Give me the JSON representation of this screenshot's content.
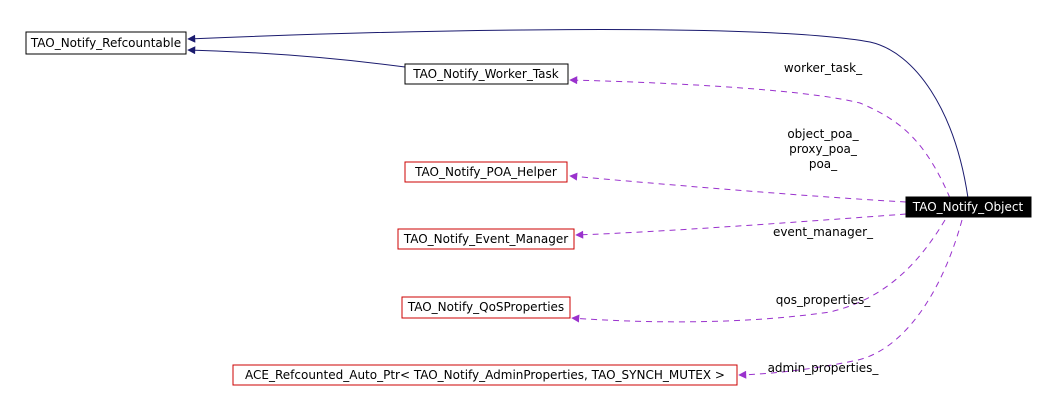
{
  "nodes": {
    "refcountable": "TAO_Notify_Refcountable",
    "worker_task": "TAO_Notify_Worker_Task",
    "poa_helper": "TAO_Notify_POA_Helper",
    "event_manager": "TAO_Notify_Event_Manager",
    "qos_properties": "TAO_Notify_QoSProperties",
    "auto_ptr": "ACE_Refcounted_Auto_Ptr< TAO_Notify_AdminProperties, TAO_SYNCH_MUTEX >",
    "object": "TAO_Notify_Object"
  },
  "edge_labels": {
    "worker_task": "worker_task_",
    "object_poa": "object_poa_",
    "proxy_poa": "proxy_poa_",
    "poa": "poa_",
    "event_manager": "event_manager_",
    "qos_properties": "qos_properties_",
    "admin_properties": "admin_properties_"
  },
  "colors": {
    "inheritance": "#1a1a6e",
    "usage": "#9a32cd",
    "documented_border": "#000000",
    "undocumented_border": "#cc0000",
    "highlight_fill": "#000000",
    "highlight_text": "#ffffff"
  }
}
